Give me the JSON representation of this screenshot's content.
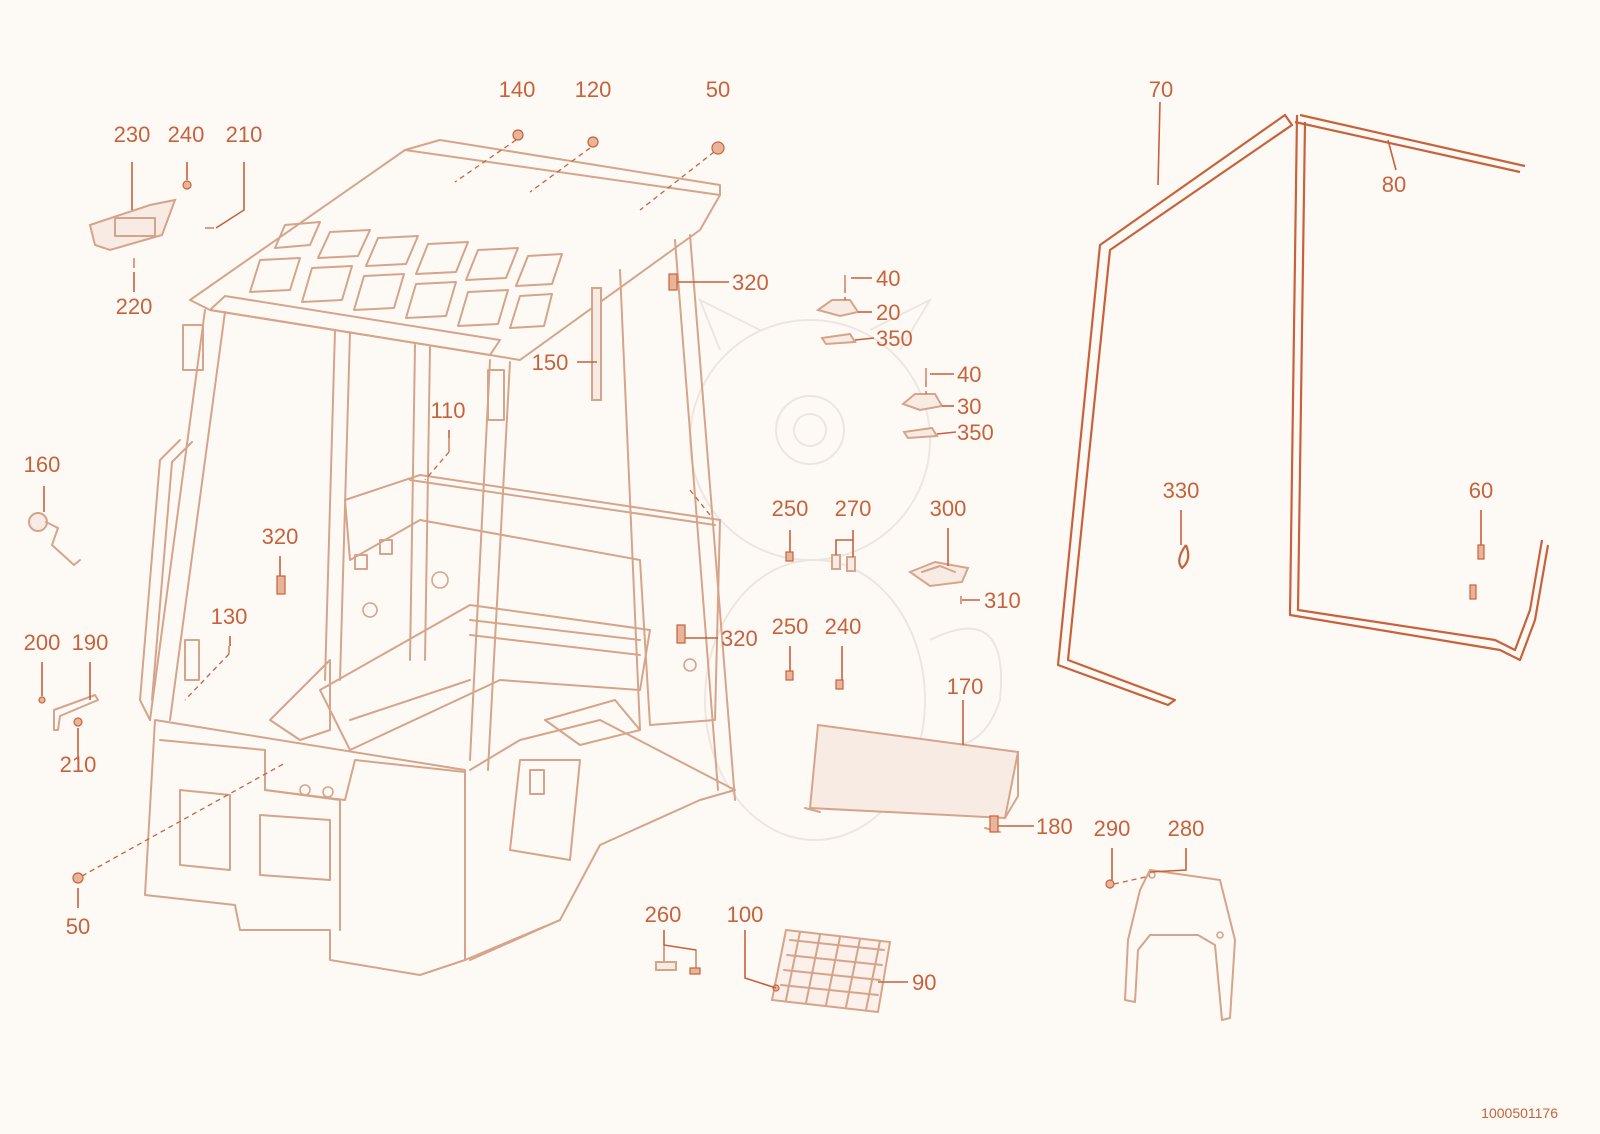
{
  "drawing_number": "1000501176",
  "callouts": {
    "c230": "230",
    "c240a": "240",
    "c210a": "210",
    "c220": "220",
    "c140": "140",
    "c120": "120",
    "c50a": "50",
    "c160": "160",
    "c200": "200",
    "c190": "190",
    "c210b": "210",
    "c320a": "320",
    "c130": "130",
    "c110": "110",
    "c150": "150",
    "c320b": "320",
    "c320c": "320",
    "c50b": "50",
    "c40a": "40",
    "c20": "20",
    "c350a": "350",
    "c40b": "40",
    "c30": "30",
    "c350b": "350",
    "c250a": "250",
    "c270": "270",
    "c300": "300",
    "c310": "310",
    "c250b": "250",
    "c240b": "240",
    "c170": "170",
    "c180": "180",
    "c260": "260",
    "c100": "100",
    "c90": "90",
    "c290": "290",
    "c280": "280",
    "c70": "70",
    "c80": "80",
    "c330": "330",
    "c60": "60"
  }
}
